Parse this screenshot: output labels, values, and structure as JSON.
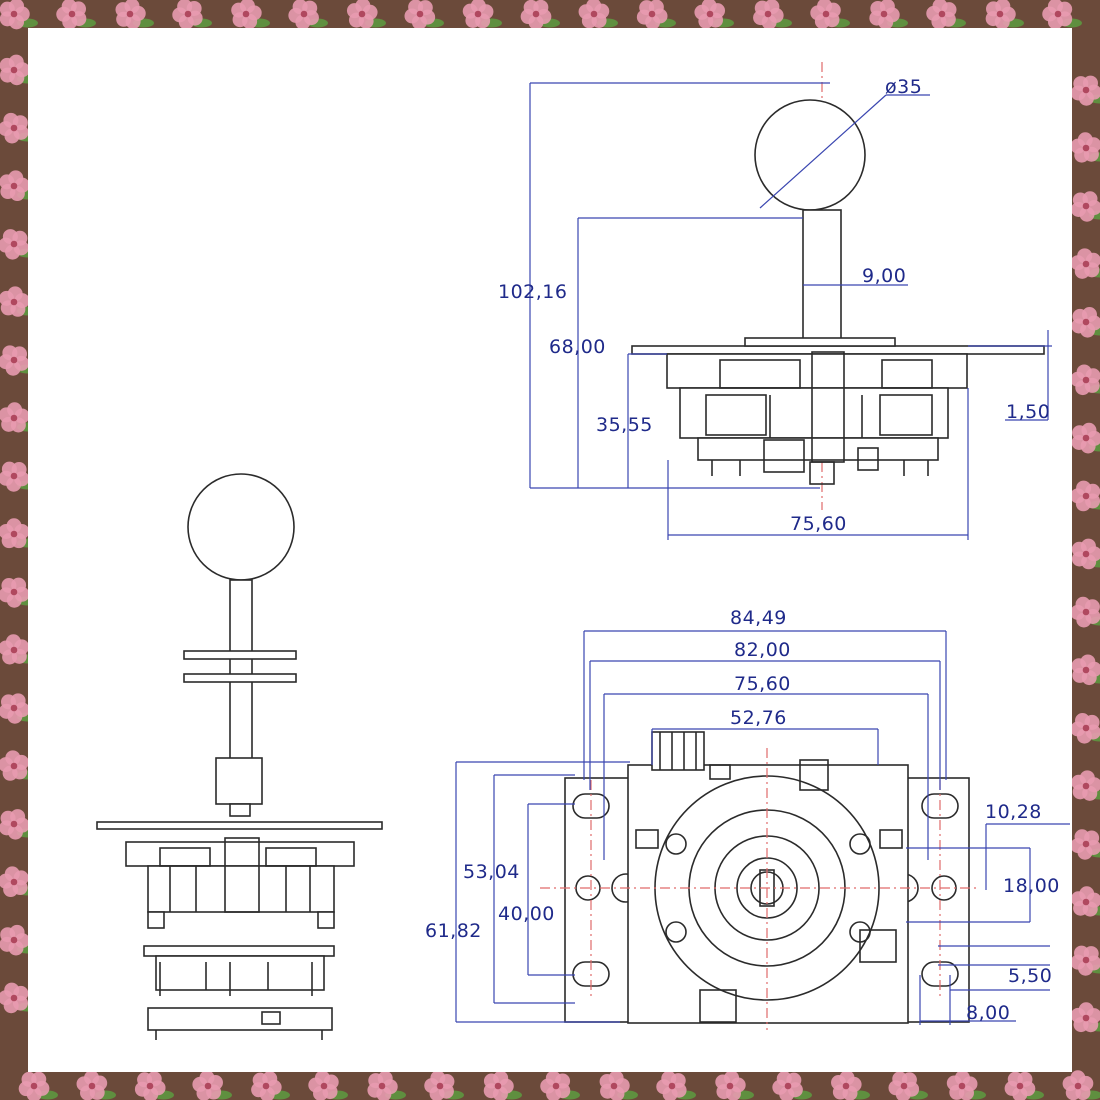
{
  "colors": {
    "dimension_text": "#1f2a8a",
    "dimension_line": "#3a46b0",
    "center_line": "#e06a6a",
    "outline": "#2b2b2b",
    "background": "#ffffff",
    "border_pink": "#e89bb0",
    "border_soil": "#6b4a3a",
    "border_leaf": "#5f8f3f"
  },
  "border": {
    "pattern": "cherry-blossom-flowers-on-soil"
  },
  "side_view": {
    "dimensions": {
      "ball_diameter": "ø35",
      "total_height": "102,16",
      "shaft_height": "68,00",
      "shaft_width": "9,00",
      "body_height": "35,55",
      "plate_thickness": "1,50",
      "body_width": "75,60"
    }
  },
  "top_view": {
    "dimensions": {
      "overall_width": "84,49",
      "hole_spacing_outer": "82,00",
      "hole_spacing_inner": "75,60",
      "body_width": "52,76",
      "overall_height": "61,82",
      "hole_spacing_vertical": "53,04",
      "hole_spacing_vertical_inner": "40,00",
      "slot_offset": "10,28",
      "slot_span": "18,00",
      "hole_height": "5,50",
      "hole_width": "8,00"
    }
  },
  "exploded_view": {
    "parts": [
      "ball-top",
      "shaft",
      "dust-washers",
      "mounting-plate",
      "housing",
      "switch-board",
      "base-board"
    ]
  }
}
